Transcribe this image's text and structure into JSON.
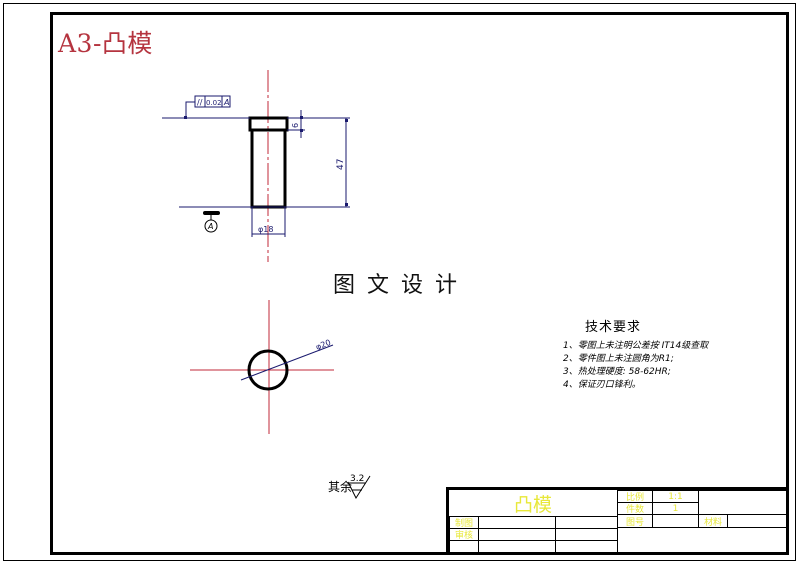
{
  "sheet": {
    "title": "A3-凸模",
    "watermark": "图文设计",
    "colors": {
      "title": "#b5343f",
      "centerline": "#c0283a",
      "dimension": "#1a1a6e",
      "outline": "#000000",
      "titleblock_text": "#e8e83a"
    }
  },
  "front_view": {
    "geometric_tolerance": {
      "symbol": "//",
      "value": "0.02",
      "datum": "A"
    },
    "datum_label": "A",
    "dimensions": {
      "head_height": "6",
      "total_length": "47",
      "shank_diameter": "φ18"
    }
  },
  "top_view": {
    "dimensions": {
      "diameter": "φ20"
    }
  },
  "surface_roughness": {
    "label": "其余",
    "value": "3.2"
  },
  "technical_requirements": {
    "title": "技术要求",
    "items": [
      "1、零图上未注明公差按 IT14级查取",
      "2、零件图上未注圆角为R1;",
      "3、热处理硬度: 58-62HR;",
      "4、保证刃口锋利。"
    ]
  },
  "title_block": {
    "part_name": "凸模",
    "labels": {
      "scale": "比例",
      "quantity": "件数",
      "drawing_no": "图号",
      "material": "材料",
      "drawn_by": "制图",
      "checked_by": "审核"
    },
    "values": {
      "scale": "1:1",
      "quantity": "1"
    }
  }
}
